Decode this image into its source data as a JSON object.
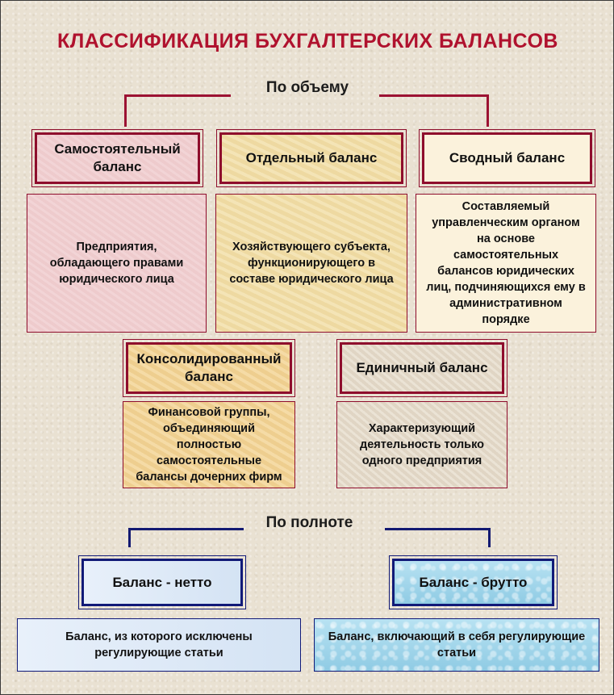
{
  "title": "КЛАССИФИКАЦИЯ  БУХГАЛТЕРСКИХ  БАЛАНСОВ",
  "section_volume": "По объему",
  "section_completeness": "По полноте",
  "types": {
    "independent": {
      "header": "Самостоятельный баланс",
      "description": "Предприятия, обладающего правами юридического лица"
    },
    "separate": {
      "header": "Отдельный баланс",
      "description": "Хозяйствующего субъекта, функционирующего в составе юридического лица"
    },
    "summary": {
      "header": "Сводный баланс",
      "description": "Составляемый управленческим органом на основе самостоятельных балансов юридических лиц, подчиняющихся ему в административном порядке"
    },
    "consolidated": {
      "header": "Консолидированный баланс",
      "description": "Финансовой группы, объединяющий полностью самостоятельные балансы дочерних фирм"
    },
    "single": {
      "header": "Единичный баланс",
      "description": "Характеризующий деятельность только одного предприятия"
    },
    "net": {
      "header": "Баланс - нетто",
      "description": "Баланс, из которого исключены регулирующие статьи"
    },
    "gross": {
      "header": "Баланс - брутто",
      "description": "Баланс, включающий в себя регулирующие статьи"
    }
  }
}
